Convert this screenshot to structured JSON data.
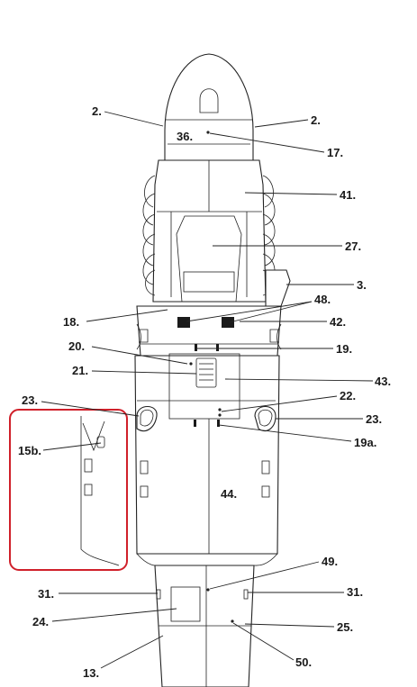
{
  "labels": {
    "l2a": "2.",
    "l2b": "2.",
    "l36": "36.",
    "l17": "17.",
    "l41": "41.",
    "l27": "27.",
    "l3": "3.",
    "l48": "48.",
    "l18": "18.",
    "l42": "42.",
    "l20": "20.",
    "l19": "19.",
    "l21": "21.",
    "l43": "43.",
    "l22": "22.",
    "l23a": "23.",
    "l23b": "23.",
    "l15b": "15b.",
    "l19a": "19a.",
    "l44": "44.",
    "l49": "49.",
    "l31a": "31.",
    "l31b": "31.",
    "l24": "24.",
    "l25": "25.",
    "l13": "13.",
    "l50": "50."
  },
  "colors": {
    "line": "#222222",
    "highlight_box": "#d0202a",
    "panel_fill": "#1a1a1a"
  }
}
